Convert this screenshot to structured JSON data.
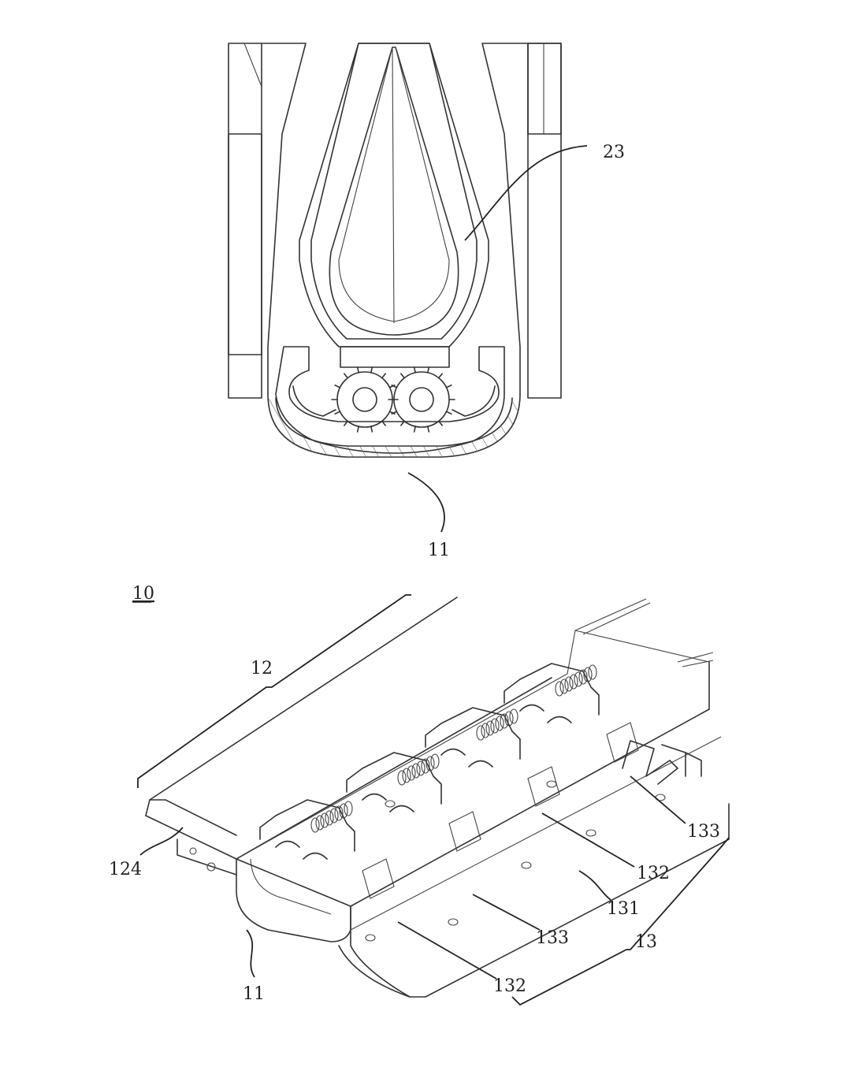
{
  "figure": {
    "top_view_labels": {
      "ref_23": "23",
      "ref_11": "11"
    },
    "bottom_view_labels": {
      "ref_10": "10",
      "ref_12": "12",
      "ref_124": "124",
      "ref_11": "11",
      "ref_13": "13",
      "ref_131": "131",
      "ref_132_a": "132",
      "ref_132_b": "132",
      "ref_133_a": "133",
      "ref_133_b": "133"
    }
  }
}
